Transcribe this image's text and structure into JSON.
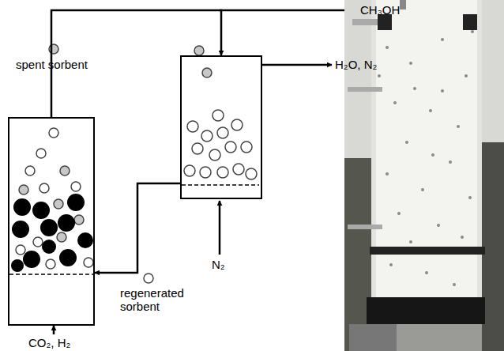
{
  "diagram": {
    "nodes": [
      {
        "text": []
      },
      {
        "text": []
      }
    ],
    "edges": [
      {
        "from": 0,
        "to": 1,
        "arrow": "to"
      },
      {
        "from": 1,
        "to": 0,
        "arrow": "to"
      }
    ],
    "labels": [
      "CH₃OH",
      "spent sorbent",
      "H₂O, N₂",
      "N₂",
      "regenerated sorbent",
      "CO₂, H₂"
    ]
  }
}
